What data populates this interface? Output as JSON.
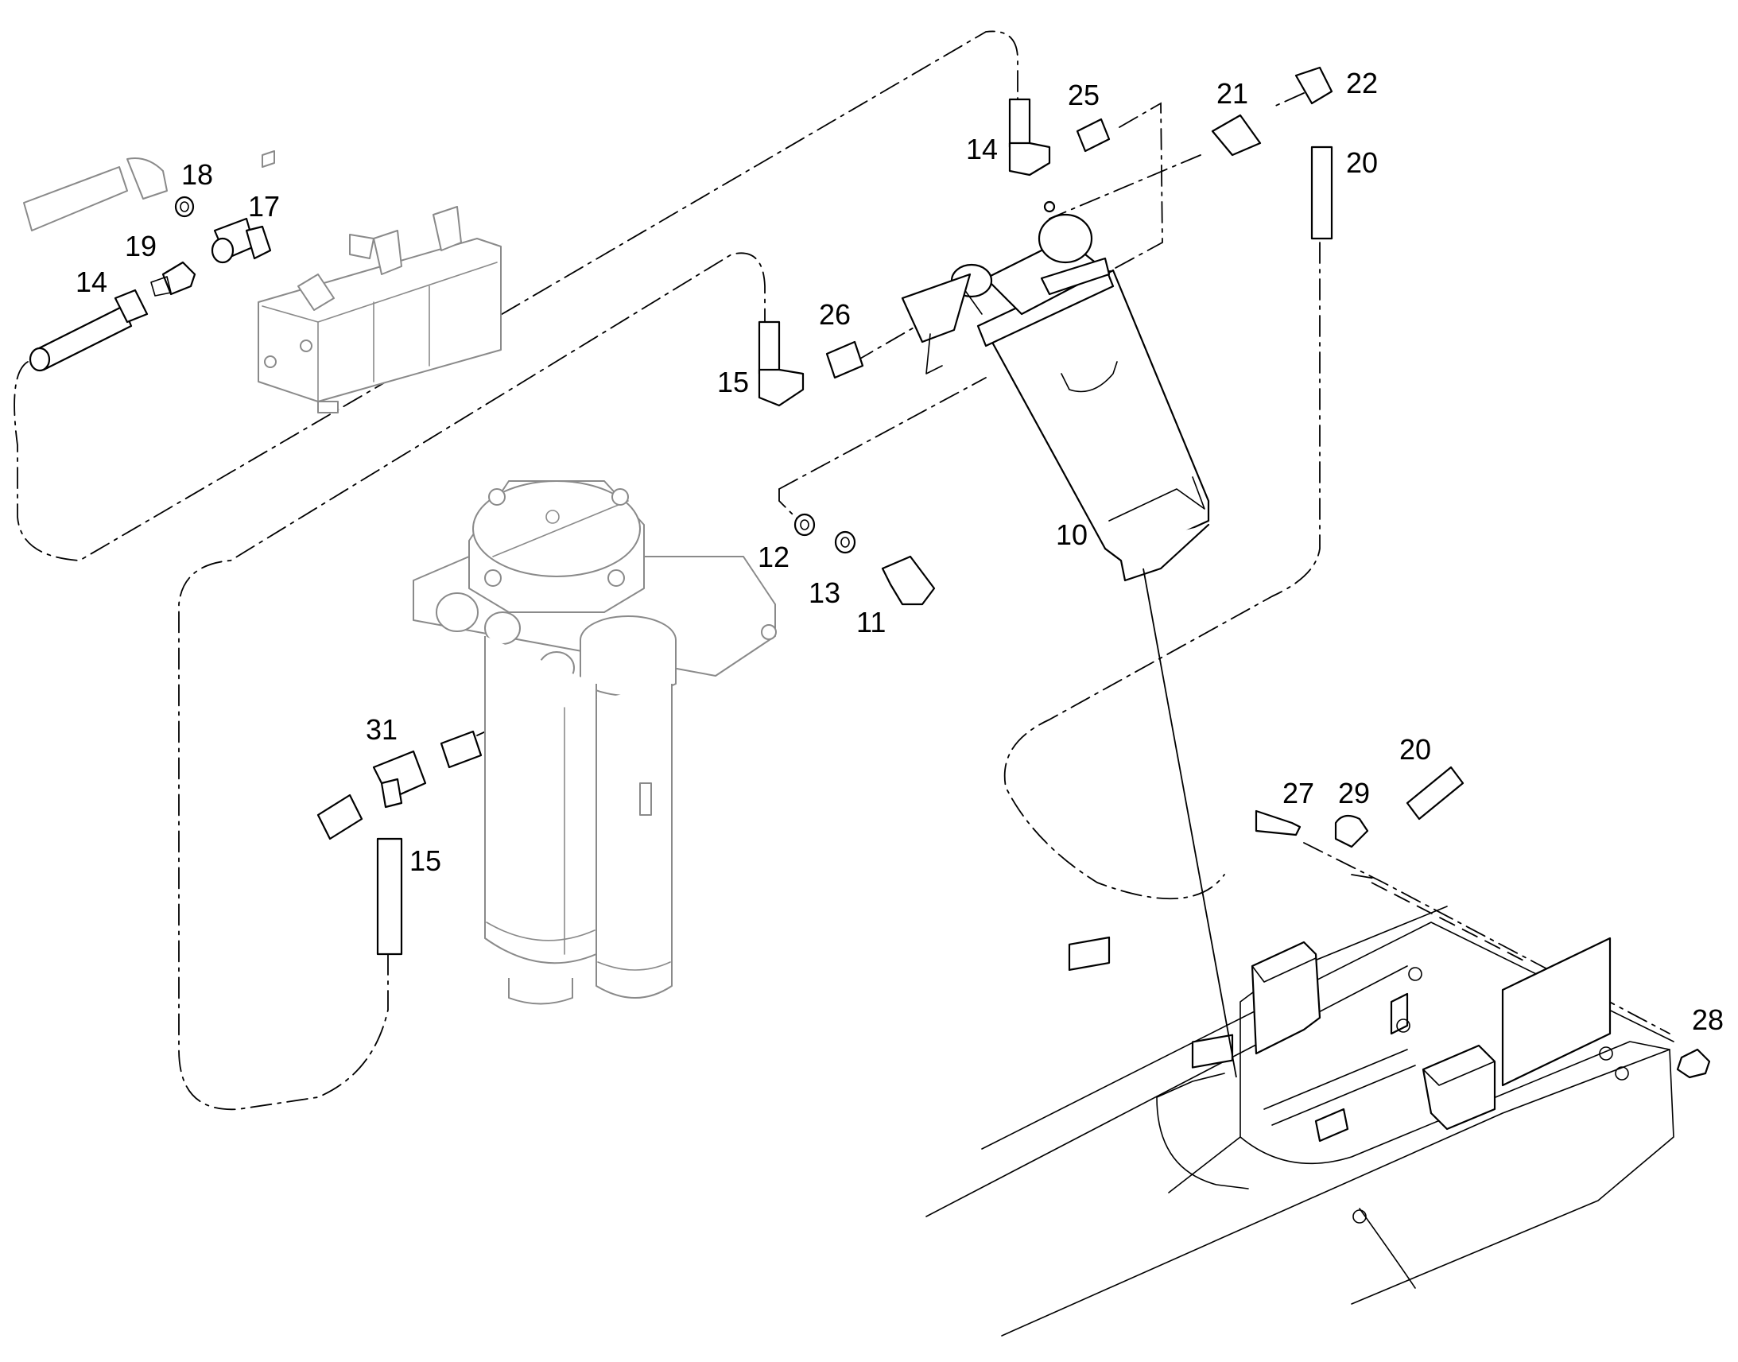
{
  "diagram": {
    "colors": {
      "line": "#000000",
      "ghost": "#8a8a8a",
      "background": "#ffffff"
    },
    "callouts": {
      "c10": "10",
      "c11": "11",
      "c12": "12",
      "c13": "13",
      "c14a": "14",
      "c14b": "14",
      "c15a": "15",
      "c15b": "15",
      "c17": "17",
      "c18": "18",
      "c19": "19",
      "c20a": "20",
      "c20b": "20",
      "c21": "21",
      "c22": "22",
      "c25": "25",
      "c26": "26",
      "c27": "27",
      "c28": "28",
      "c29": "29",
      "c31": "31"
    }
  }
}
